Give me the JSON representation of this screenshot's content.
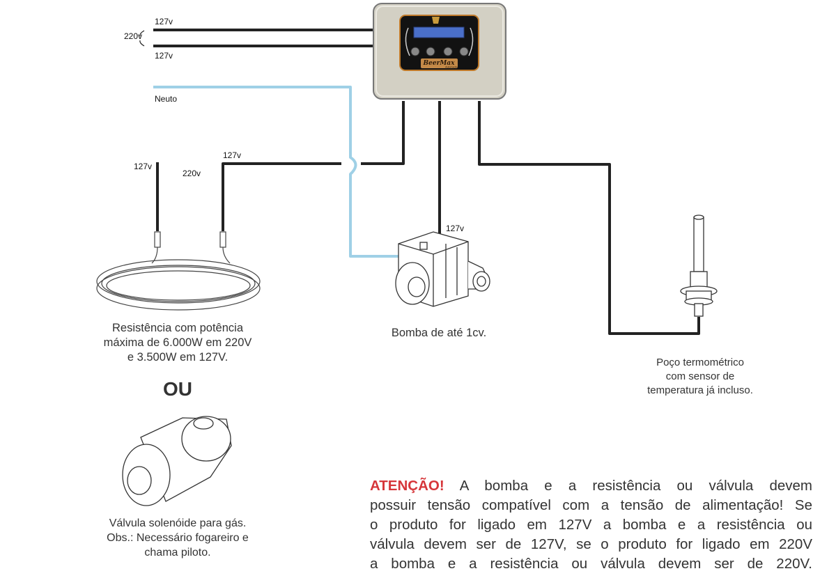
{
  "labels": {
    "supply_top": "127v",
    "supply_220": "220v",
    "supply_bottom": "127v",
    "neutral": "Neuto",
    "resistance_127": "127v",
    "resistance_220": "220v",
    "resistance_feed": "127v",
    "pump_feed": "127v"
  },
  "controller": {
    "brand": "BeerMax",
    "sub": "Automação"
  },
  "captions": {
    "resistance": [
      "Resistência com potência",
      "máxima de 6.000W em 220V",
      "e 3.500W em 127V."
    ],
    "pump": [
      "Bomba de até 1cv."
    ],
    "sensor": [
      "Poço termométrico",
      "com sensor de",
      "temperatura já incluso."
    ],
    "or": "OU",
    "valve": [
      "Válvula solenóide para gás.",
      "Obs.: Necessário fogareiro e",
      "chama piloto."
    ]
  },
  "warning": {
    "lead": "ATENÇÃO!",
    "lines": [
      " A bomba e a resistência ou válvula devem",
      "possuir tensão compatível com a tensão de alimentação! Se",
      "o produto for ligado em 127V a bomba e a resistência ou",
      "válvula devem ser de 127V, se o produto for ligado em 220V",
      "a bomba e a resistência ou válvula devem ser de 220V."
    ]
  },
  "colors": {
    "wire": "#222222",
    "neutral_wire": "#9fd0e6",
    "controller_body": "#d3d0c4",
    "warning_accent": "#d6363a"
  }
}
